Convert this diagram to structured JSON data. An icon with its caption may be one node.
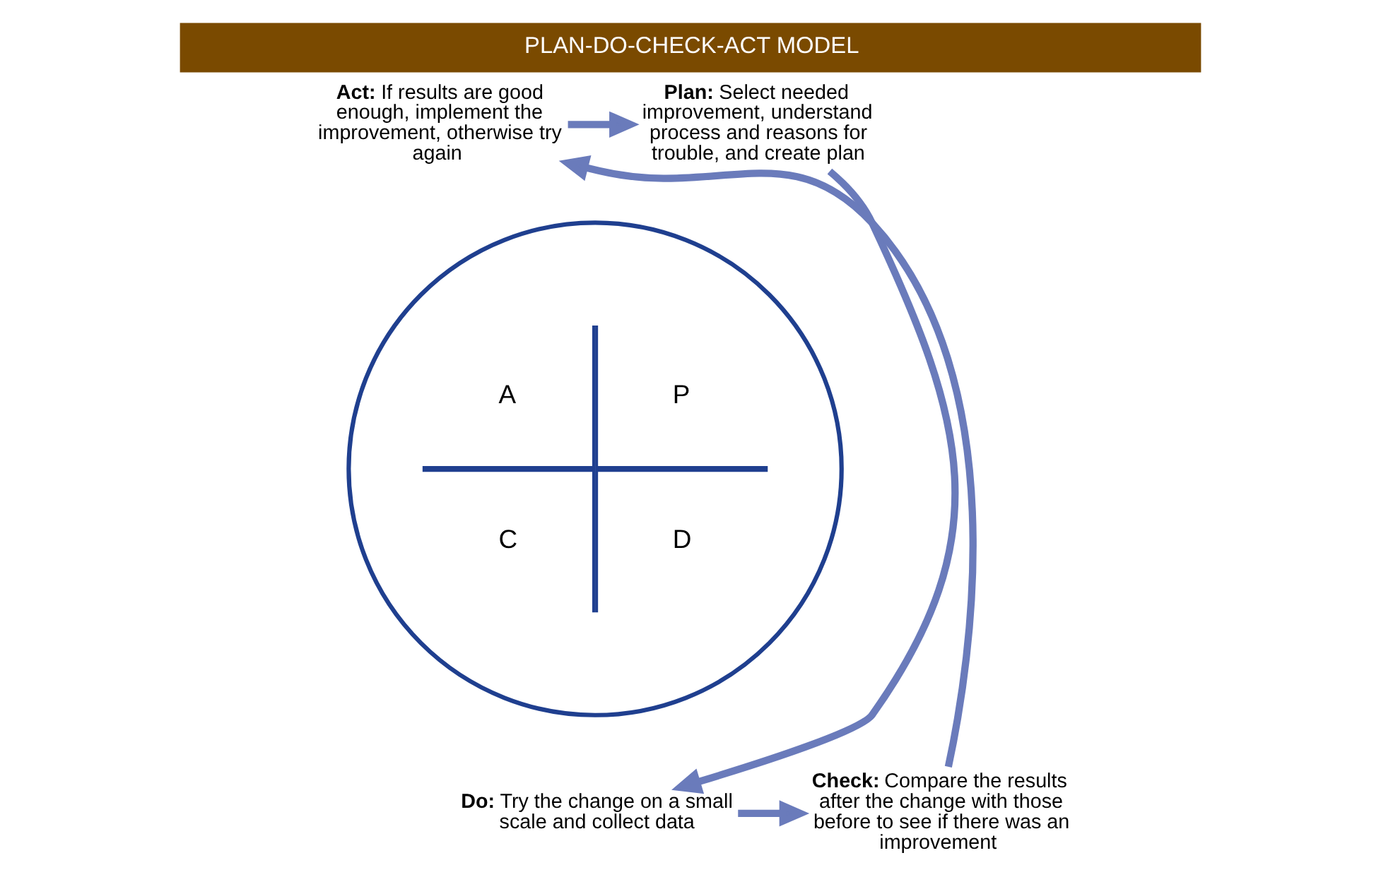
{
  "diagram": {
    "title": "PLAN-DO-CHECK-ACT MODEL",
    "nodes": [
      {
        "text": [
          "**Act:** If results are good enough, implement the improvement, otherwise try again"
        ]
      },
      {
        "text": [
          "**Plan:** Select needed improvement, understand process and reasons for trouble, and create plan"
        ]
      },
      {
        "text": [],
        "shape": "circle"
      },
      {
        "text": [
          "A"
        ],
        "in": 2
      },
      {
        "text": [
          "P"
        ],
        "in": 2
      },
      {
        "text": [
          "C"
        ],
        "in": 2
      },
      {
        "text": [
          "D"
        ],
        "in": 2
      },
      {
        "text": [
          "**Do:** Try the change on a small scale and collect data"
        ]
      },
      {
        "text": [
          "**Check:** Compare the results after the change with those before to see if there was an improvement"
        ]
      }
    ],
    "edges": [
      {
        "from": 0,
        "to": 1,
        "arrow": "to"
      },
      {
        "from": 1,
        "to": 7,
        "arrow": "to"
      },
      {
        "from": 7,
        "to": 8,
        "arrow": "to"
      },
      {
        "from": 8,
        "to": 0,
        "arrow": "to"
      }
    ]
  }
}
